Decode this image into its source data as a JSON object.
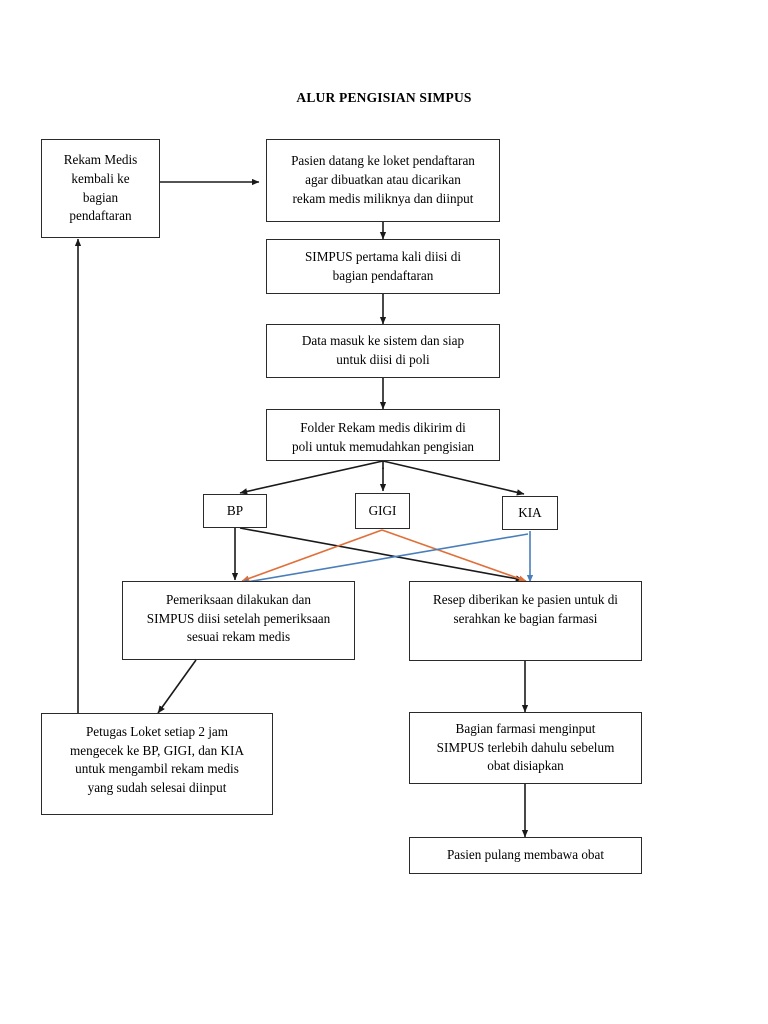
{
  "title": "ALUR PENGISIAN SIMPUS",
  "colors": {
    "line_black": "#1a1a1a",
    "line_orange": "#e0703a",
    "line_blue": "#4a7ebb",
    "box_border": "#2b2b2b",
    "background": "#ffffff",
    "text": "#000000"
  },
  "nodes": {
    "rekam_medis_kembali": "Rekam Medis\nkembali ke\nbagian\npendaftaran",
    "pasien_datang": "Pasien datang ke loket pendaftaran\nagar dibuatkan atau dicarikan\nrekam medis miliknya dan diinput",
    "simpus_pertama": "SIMPUS pertama kali diisi di\nbagian pendaftaran",
    "data_masuk": "Data masuk ke sistem dan siap\nuntuk diisi di poli",
    "folder_rekam": "Folder Rekam medis dikirim di\npoli untuk memudahkan pengisian\n.",
    "poli_bp": "BP",
    "poli_gigi": "GIGI",
    "poli_kia": "KIA",
    "pemeriksaan": "Pemeriksaan dilakukan dan\nSIMPUS diisi setelah pemeriksaan\nsesuai rekam medis",
    "resep": "Resep diberikan ke pasien untuk di\nserahkan ke bagian farmasi",
    "petugas_loket": "Petugas Loket setiap 2 jam\nmengecek ke BP, GIGI,  dan KIA\nuntuk mengambil rekam medis\nyang sudah selesai diinput",
    "bagian_farmasi": "Bagian farmasi menginput\nSIMPUS terlebih dahulu sebelum\nobat disiapkan",
    "pasien_pulang": "Pasien pulang membawa obat"
  },
  "edges": [
    {
      "name": "rekam-medis-to-pasien-datang",
      "color": "#1a1a1a",
      "style": "solid-arrow"
    },
    {
      "name": "pasien-datang-to-simpus-pertama",
      "color": "#1a1a1a",
      "style": "solid-arrow"
    },
    {
      "name": "simpus-pertama-to-data-masuk",
      "color": "#1a1a1a",
      "style": "solid-arrow"
    },
    {
      "name": "data-masuk-to-folder-rekam",
      "color": "#1a1a1a",
      "style": "solid-arrow"
    },
    {
      "name": "folder-rekam-to-bp",
      "color": "#1a1a1a",
      "style": "solid-arrow"
    },
    {
      "name": "folder-rekam-to-gigi",
      "color": "#1a1a1a",
      "style": "solid-arrow"
    },
    {
      "name": "folder-rekam-to-kia",
      "color": "#1a1a1a",
      "style": "solid-arrow"
    },
    {
      "name": "bp-to-pemeriksaan",
      "color": "#1a1a1a",
      "style": "solid-arrow"
    },
    {
      "name": "bp-to-resep",
      "color": "#1a1a1a",
      "style": "solid-arrow"
    },
    {
      "name": "gigi-to-pemeriksaan",
      "color": "#e0703a",
      "style": "solid-arrow"
    },
    {
      "name": "gigi-to-resep",
      "color": "#e0703a",
      "style": "solid-arrow"
    },
    {
      "name": "kia-to-pemeriksaan",
      "color": "#4a7ebb",
      "style": "solid-arrow"
    },
    {
      "name": "kia-to-resep",
      "color": "#4a7ebb",
      "style": "solid-arrow"
    },
    {
      "name": "pemeriksaan-to-petugas-loket",
      "color": "#1a1a1a",
      "style": "solid-arrow"
    },
    {
      "name": "petugas-loket-to-rekam-medis",
      "color": "#1a1a1a",
      "style": "solid-arrow"
    },
    {
      "name": "resep-to-bagian-farmasi",
      "color": "#1a1a1a",
      "style": "solid-arrow"
    },
    {
      "name": "bagian-farmasi-to-pasien-pulang",
      "color": "#1a1a1a",
      "style": "solid-arrow"
    }
  ]
}
